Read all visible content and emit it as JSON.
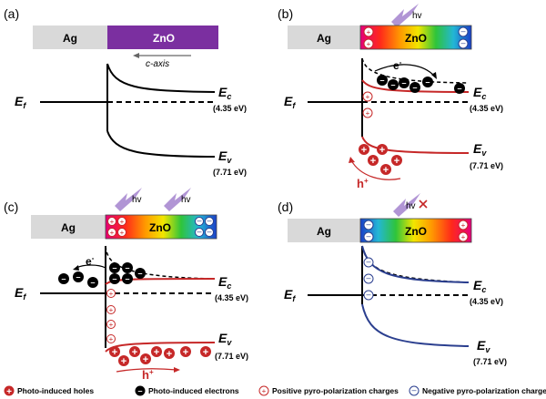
{
  "panels": {
    "a": {
      "label": "(a)",
      "metal": "Ag",
      "semi": "ZnO",
      "axis": "c-axis"
    },
    "b": {
      "label": "(b)",
      "metal": "Ag",
      "semi": "ZnO",
      "hv": "hv",
      "electron": "e",
      "electron_sup": "-",
      "hole": "h",
      "hole_sup": "+"
    },
    "c": {
      "label": "(c)",
      "metal": "Ag",
      "semi": "ZnO",
      "hv1": "hv",
      "hv2": "hv",
      "electron": "e",
      "electron_sup": "-",
      "hole": "h",
      "hole_sup": "+"
    },
    "d": {
      "label": "(d)",
      "metal": "Ag",
      "semi": "ZnO",
      "hv": "hv"
    }
  },
  "bands": {
    "ef": "E",
    "ef_sub": "f",
    "ec": "E",
    "ec_sub": "c",
    "ec_value": "(4.35 eV)",
    "ev": "E",
    "ev_sub": "v",
    "ev_value": "(7.71 eV)"
  },
  "legend": {
    "holes": "Photo-induced holes",
    "electrons": "Photo-induced  electrons",
    "positive": "Positive  pyro-polarization charges",
    "negative": "Negative pyro-polarization charges"
  },
  "colors": {
    "znO_a": "#7b2fa0",
    "metal": "#d9d9d9",
    "band_red": "#c62828",
    "band_blue": "#2b3f8f",
    "hv_purple": "#a98ad0"
  }
}
